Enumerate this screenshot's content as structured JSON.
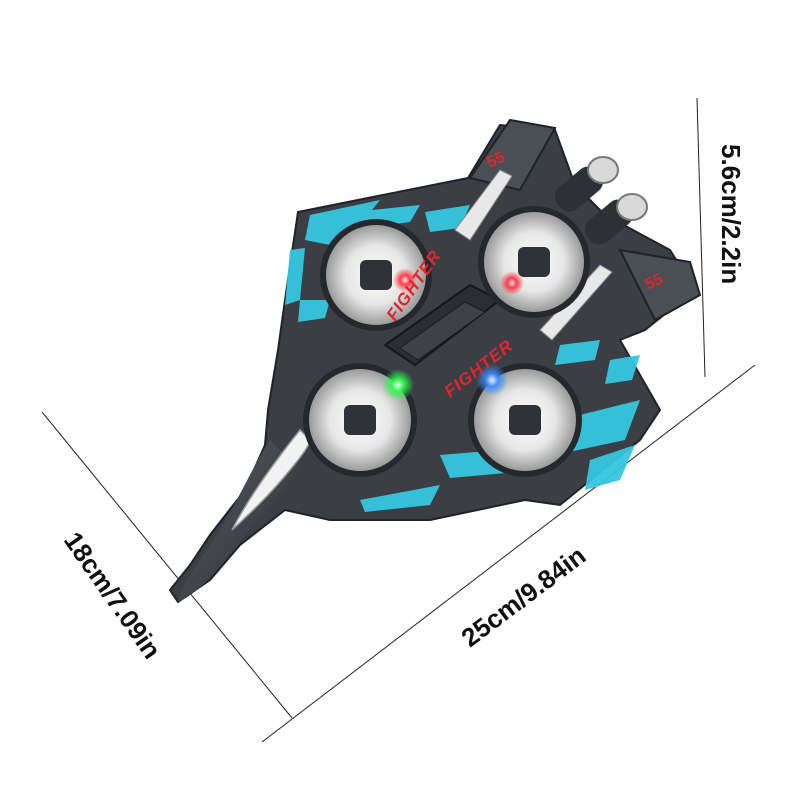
{
  "dimensions": {
    "width_label": "18cm/7.09in",
    "length_label": "25cm/9.84in",
    "height_label": "5.6cm/2.2in"
  },
  "aircraft": {
    "body_text_1": "FIGHTER",
    "body_text_2": "FIGHTER",
    "tail_number_1": "55",
    "tail_number_2": "55",
    "body_color": "#3b3f45",
    "camo_color": "#35c7e0",
    "decal_color": "#e0262c"
  },
  "lights": {
    "left_rotor_front": "#ff2a3a",
    "left_rotor_rear": "#ff2a3a",
    "center_left": "#27ff4a",
    "center_right": "#3a8bff"
  }
}
